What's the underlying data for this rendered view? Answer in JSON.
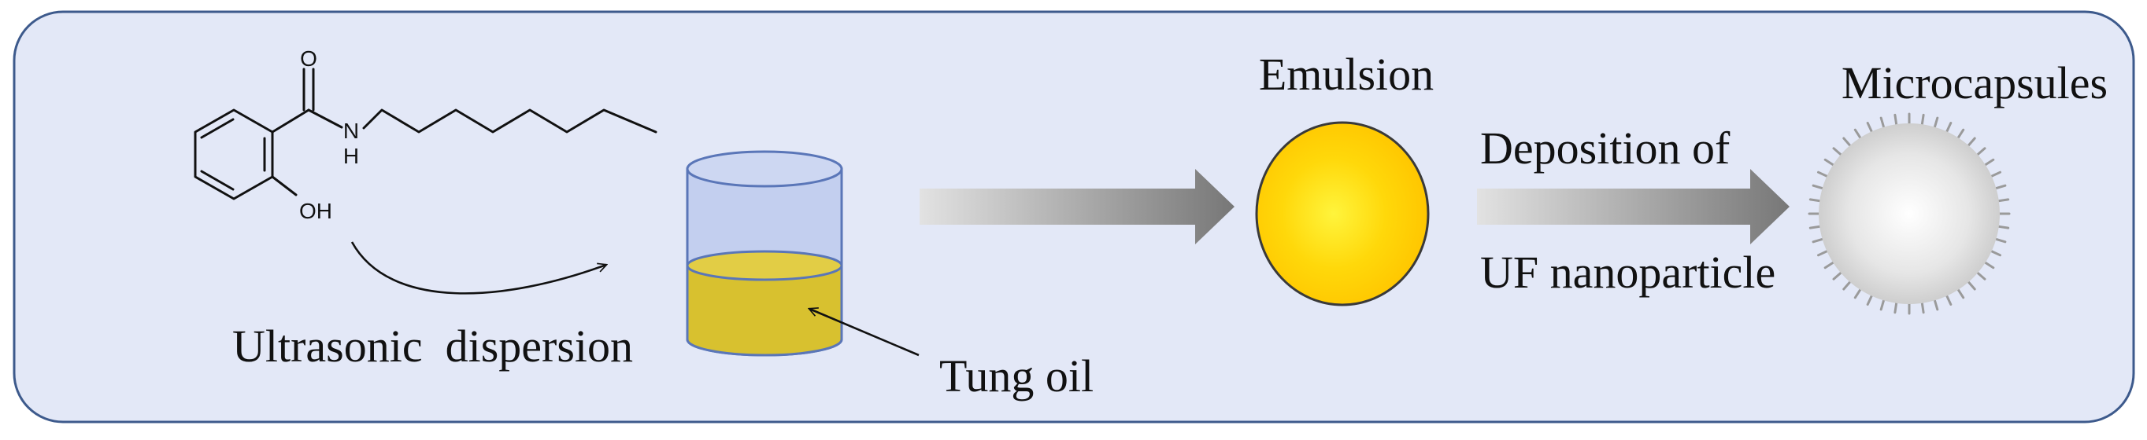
{
  "molecule": {
    "carbonyl_atom": "O",
    "amide_atom": "N",
    "amide_h": "H",
    "hydroxyl": "OH"
  },
  "labels": {
    "ultrasonic": "Ultrasonic  dispersion",
    "tung_oil": "Tung oil",
    "emulsion": "Emulsion",
    "deposition_line1": "Deposition of",
    "deposition_line2": "UF nanoparticle",
    "microcapsules": "Microcapsules"
  },
  "colors": {
    "panel_fill": "#e3e8f7",
    "panel_border": "#3d5a8c",
    "beaker_glass": "#c3cfef",
    "beaker_border": "#5a76b8",
    "oil": "#d8c12f",
    "emulsion_core": "#fff23a",
    "emulsion_edge": "#ffc800",
    "arrow_light": "#e0e0e0",
    "arrow_dark": "#7a7a7a",
    "capsule_core": "#ffffff",
    "capsule_edge": "#c9c9c9"
  }
}
